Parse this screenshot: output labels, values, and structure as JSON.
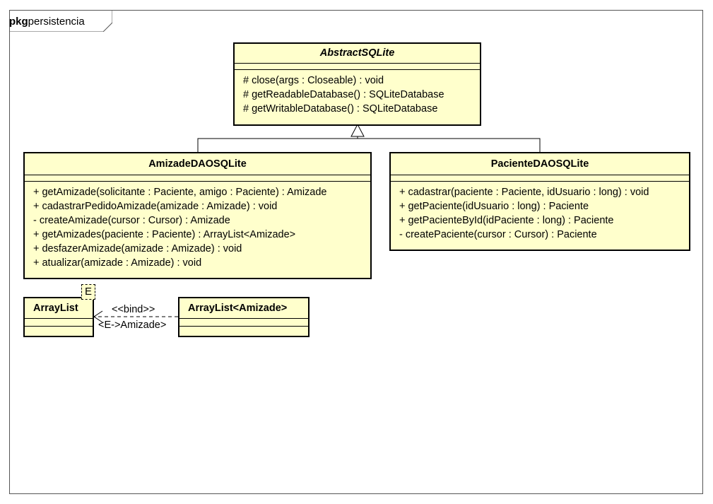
{
  "package": {
    "keyword": "pkg",
    "name": "persistencia"
  },
  "classes": {
    "abstract_sqlite": {
      "name": "AbstractSQLite",
      "operations": [
        "# close(args : Closeable) : void",
        "# getReadableDatabase() : SQLiteDatabase",
        "# getWritableDatabase() : SQLiteDatabase"
      ]
    },
    "amizade_dao": {
      "name": "AmizadeDAOSQLite",
      "operations": [
        "+ getAmizade(solicitante : Paciente, amigo : Paciente) : Amizade",
        "+ cadastrarPedidoAmizade(amizade : Amizade) : void",
        "- createAmizade(cursor : Cursor) : Amizade",
        "+ getAmizades(paciente : Paciente) : ArrayList<Amizade>",
        "+ desfazerAmizade(amizade : Amizade) : void",
        "+ atualizar(amizade : Amizade) : void"
      ]
    },
    "paciente_dao": {
      "name": "PacienteDAOSQLite",
      "operations": [
        "+ cadastrar(paciente : Paciente, idUsuario : long) : void",
        "+ getPaciente(idUsuario : long) : Paciente",
        "+ getPacienteById(idPaciente : long) : Paciente",
        "- createPaciente(cursor : Cursor) : Paciente"
      ]
    },
    "arraylist": {
      "name": "ArrayList",
      "template_param": "E"
    },
    "arraylist_amizade": {
      "name": "ArrayList<Amizade>"
    }
  },
  "relations": {
    "bind_stereotype": "<<bind>>",
    "bind_substitution": "<E->Amizade>"
  }
}
